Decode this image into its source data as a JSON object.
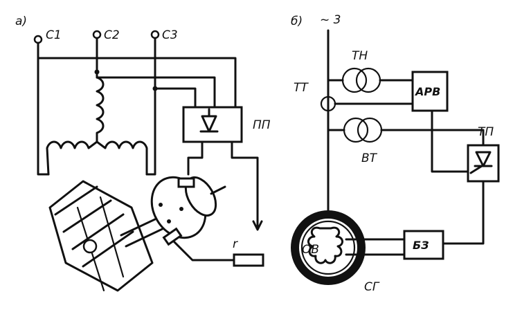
{
  "panel_a": {
    "tag": "а)",
    "terminals": [
      "C1",
      "C2",
      "C3"
    ],
    "converter_label": "ПП",
    "resistor_label": "r"
  },
  "panel_b": {
    "tag": "б)",
    "source_label": "~ 3",
    "voltage_transformer": "ТН",
    "current_transformer": "ТТ",
    "avr_label": "АРВ",
    "aux_transformer": "ВТ",
    "thyristor_label": "ТП",
    "field_winding": "ОВ",
    "suppression_label": "БЗ",
    "generator_label": "СГ"
  }
}
